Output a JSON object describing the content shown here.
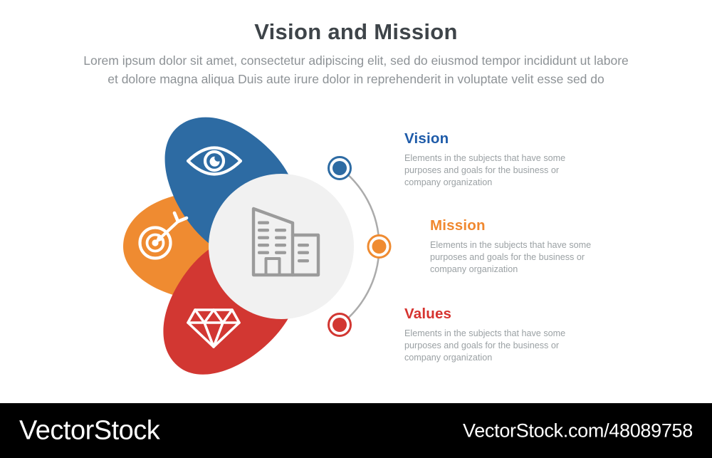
{
  "header": {
    "title": "Vision and Mission",
    "title_color": "#3e4449",
    "subtitle": "Lorem ipsum dolor sit amet, consectetur adipiscing elit, sed do eiusmod tempor incididunt ut labore\net dolore magna aliqua Duis aute irure dolor in reprehenderit in voluptate velit esse sed do",
    "subtitle_color": "#8d9296"
  },
  "sections": [
    {
      "label": "Vision",
      "heading_color": "#1e5ba9",
      "description": "Elements in the subjects that have some\npurposes and goals for the business or\ncompany organization"
    },
    {
      "label": "Mission",
      "heading_color": "#f0882f",
      "description": "Elements in the subjects that have some\npurposes and goals for the business or\ncompany organization"
    },
    {
      "label": "Values",
      "heading_color": "#d6332f",
      "description": "Elements in the subjects that have some\npurposes and goals for the business or\ncompany organization"
    }
  ],
  "diagram": {
    "petals": [
      {
        "name": "vision",
        "color": "#2d6ba3",
        "icon": "eye-icon",
        "icon_color": "#ffffff"
      },
      {
        "name": "mission",
        "color": "#ef8b31",
        "icon": "target-icon",
        "icon_color": "#ffffff"
      },
      {
        "name": "values",
        "color": "#d23732",
        "icon": "diamond-icon",
        "icon_color": "#ffffff"
      }
    ],
    "center": {
      "icon": "building-icon",
      "circle_color": "#f1f1f1",
      "icon_color": "#9b9b9b"
    },
    "connector": {
      "arc_color": "#ababab"
    }
  },
  "watermark": {
    "logo_text": "VectorStock",
    "id_text": "VectorStock.com/48089758",
    "bar_color": "#000000",
    "text_color": "#ffffff"
  }
}
